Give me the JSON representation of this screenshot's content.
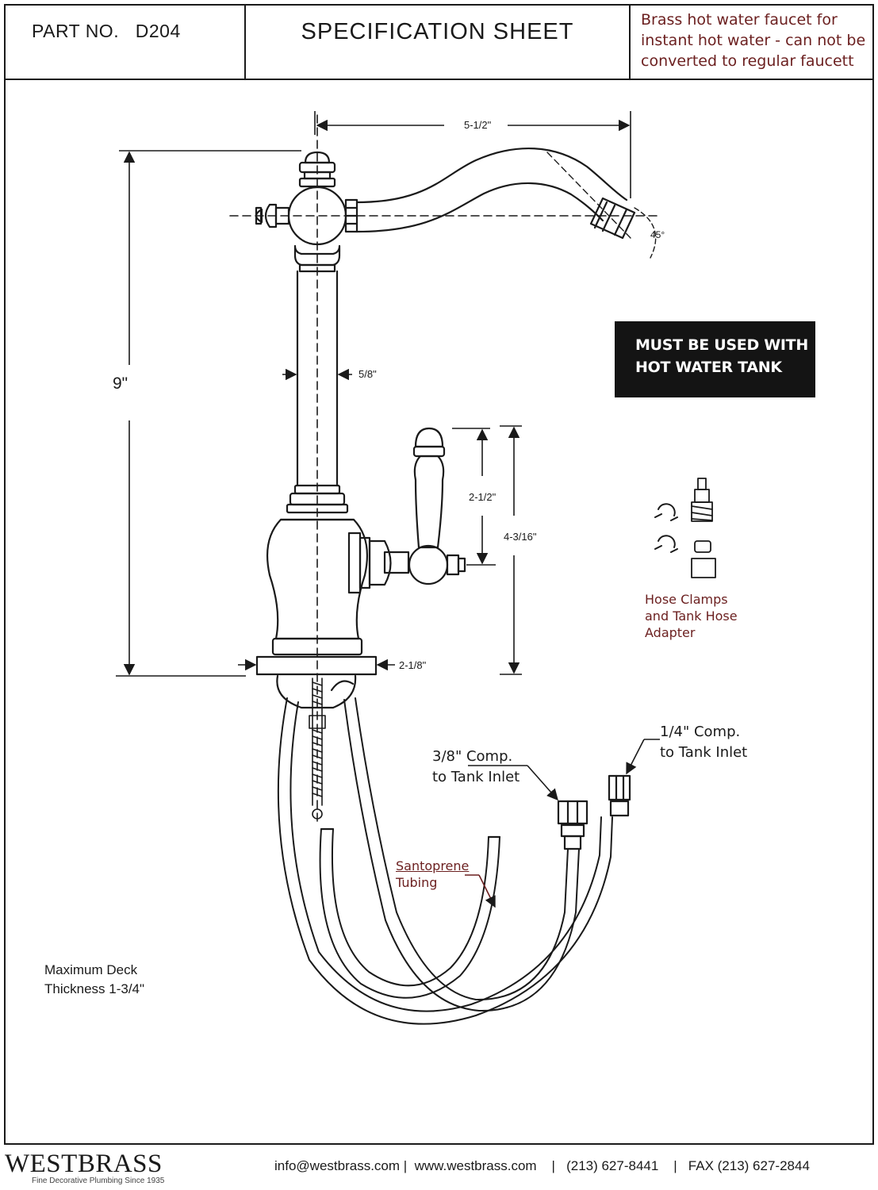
{
  "header": {
    "part_no_label": "PART NO.",
    "part_no_value": "D204",
    "title": "SPECIFICATION SHEET",
    "description_lines": [
      "Brass hot water faucet for",
      "instant hot water - can not be",
      "converted to regular faucett"
    ]
  },
  "dimensions": {
    "spout_reach": "5-1/2\"",
    "spout_angle": "45°",
    "overall_height": "9\"",
    "stem_diameter": "5/8\"",
    "handle_height": "2-1/2\"",
    "handle_center_height": "4-3/16\"",
    "base_diameter": "2-1/8\""
  },
  "warning": {
    "line1": "MUST BE USED WITH",
    "line2": "HOT WATER TANK"
  },
  "callouts": {
    "accessories": [
      "Hose Clamps",
      "and Tank Hose",
      "Adapter"
    ],
    "comp_quarter": [
      "1/4\" Comp.",
      "to Tank Inlet"
    ],
    "comp_three_eighths": [
      "3/8\" Comp.",
      "to Tank Inlet"
    ],
    "tubing": [
      "Santoprene",
      "Tubing"
    ],
    "deck_note": [
      "Maximum Deck",
      "Thickness 1-3/4\""
    ]
  },
  "footer": {
    "brand": "WESTBRASS",
    "tagline": "Fine Decorative Plumbing Since 1935",
    "contact": "info@westbrass.com |  www.westbrass.com    |   (213) 627-8441    |   FAX (213) 627-2844"
  },
  "colors": {
    "ink": "#1a1a1a",
    "accent_text": "#6b1f1f",
    "warning_bg": "#141414"
  }
}
